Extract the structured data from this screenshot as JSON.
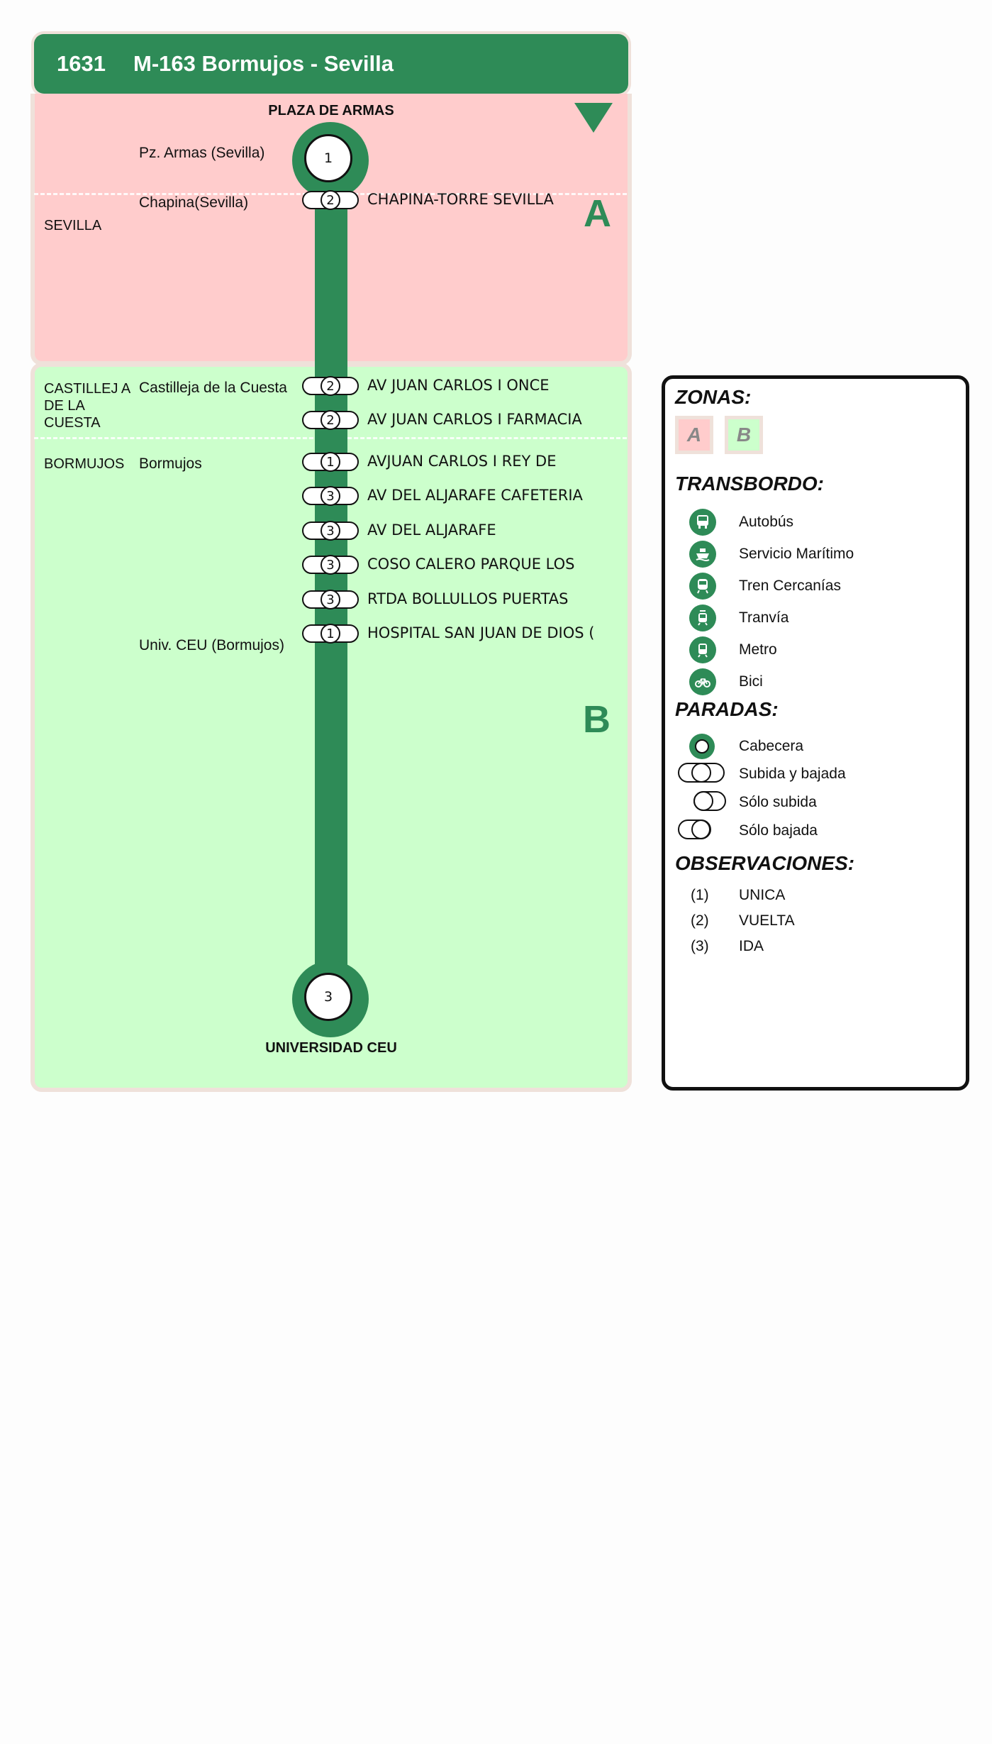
{
  "header": {
    "line_code": "1631",
    "line_name": "M-163 Bormujos - Sevilla"
  },
  "colors": {
    "line": "#2e8b57",
    "zone_a": "#ffcccc",
    "zone_b": "#ccffcc",
    "zone_border": "#efe1da"
  },
  "route": {
    "origin": {
      "name": "PLAZA DE ARMAS",
      "number": "1"
    },
    "destination": {
      "name": "UNIVERSIDAD CEU",
      "number": "3"
    },
    "zones": [
      "A",
      "B"
    ],
    "municipalities": [
      "SEVILLA",
      "CASTILLEJ A DE LA CUESTA",
      "BORMUJOS"
    ],
    "localities": [
      "Pz. Armas (Sevilla)",
      "Chapina(Sevilla)",
      "Castilleja de la Cuesta",
      "Bormujos",
      "Univ. CEU (Bormujos)"
    ],
    "stops": [
      {
        "name": "CHAPINA-TORRE SEVILLA",
        "obs": "2"
      },
      {
        "name": "AV JUAN CARLOS I ONCE",
        "obs": "2"
      },
      {
        "name": "AV JUAN CARLOS I FARMACIA",
        "obs": "2"
      },
      {
        "name": "AVJUAN CARLOS I REY DE",
        "obs": "1"
      },
      {
        "name": "AV DEL ALJARAFE CAFETERIA",
        "obs": "3"
      },
      {
        "name": "AV DEL ALJARAFE",
        "obs": "3"
      },
      {
        "name": "COSO CALERO PARQUE LOS",
        "obs": "3"
      },
      {
        "name": "RTDA BOLLULLOS PUERTAS",
        "obs": "3"
      },
      {
        "name": "HOSPITAL SAN JUAN DE DIOS (",
        "obs": "1"
      }
    ]
  },
  "legend": {
    "zonas_title": "ZONAS:",
    "zones": [
      "A",
      "B"
    ],
    "transbordo_title": "TRANSBORDO:",
    "transbordo": [
      {
        "label": "Autobús",
        "icon": "bus-icon"
      },
      {
        "label": "Servicio Marítimo",
        "icon": "ferry-icon"
      },
      {
        "label": "Tren Cercanías",
        "icon": "train-icon"
      },
      {
        "label": "Tranvía",
        "icon": "tram-icon"
      },
      {
        "label": "Metro",
        "icon": "metro-icon"
      },
      {
        "label": "Bici",
        "icon": "bike-icon"
      }
    ],
    "paradas_title": "PARADAS:",
    "paradas": [
      {
        "label": "Cabecera"
      },
      {
        "label": "Subida y bajada"
      },
      {
        "label": "Sólo subida"
      },
      {
        "label": "Sólo bajada"
      }
    ],
    "observaciones_title": "OBSERVACIONES:",
    "observaciones": [
      {
        "num": "(1)",
        "label": "UNICA"
      },
      {
        "num": "(2)",
        "label": "VUELTA"
      },
      {
        "num": "(3)",
        "label": "IDA"
      }
    ]
  }
}
